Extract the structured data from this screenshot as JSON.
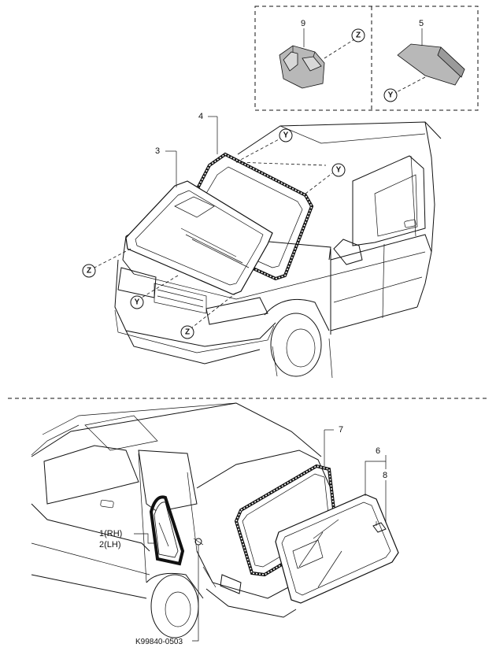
{
  "figure_code": "K99840-0503",
  "inset": {
    "left_callout": "9",
    "right_callout": "5",
    "ref_z": "Z",
    "ref_y": "Y"
  },
  "front": {
    "callout_4": "4",
    "callout_3": "3",
    "ref_y_top": "Y",
    "ref_y_mid": "Y",
    "ref_z_left": "Z",
    "ref_y_low": "Y",
    "ref_z_low": "Z"
  },
  "rear": {
    "callout_7": "7",
    "callout_6": "6",
    "callout_8": "8",
    "callout_1": "1(RH)",
    "callout_2": "2(LH)"
  }
}
